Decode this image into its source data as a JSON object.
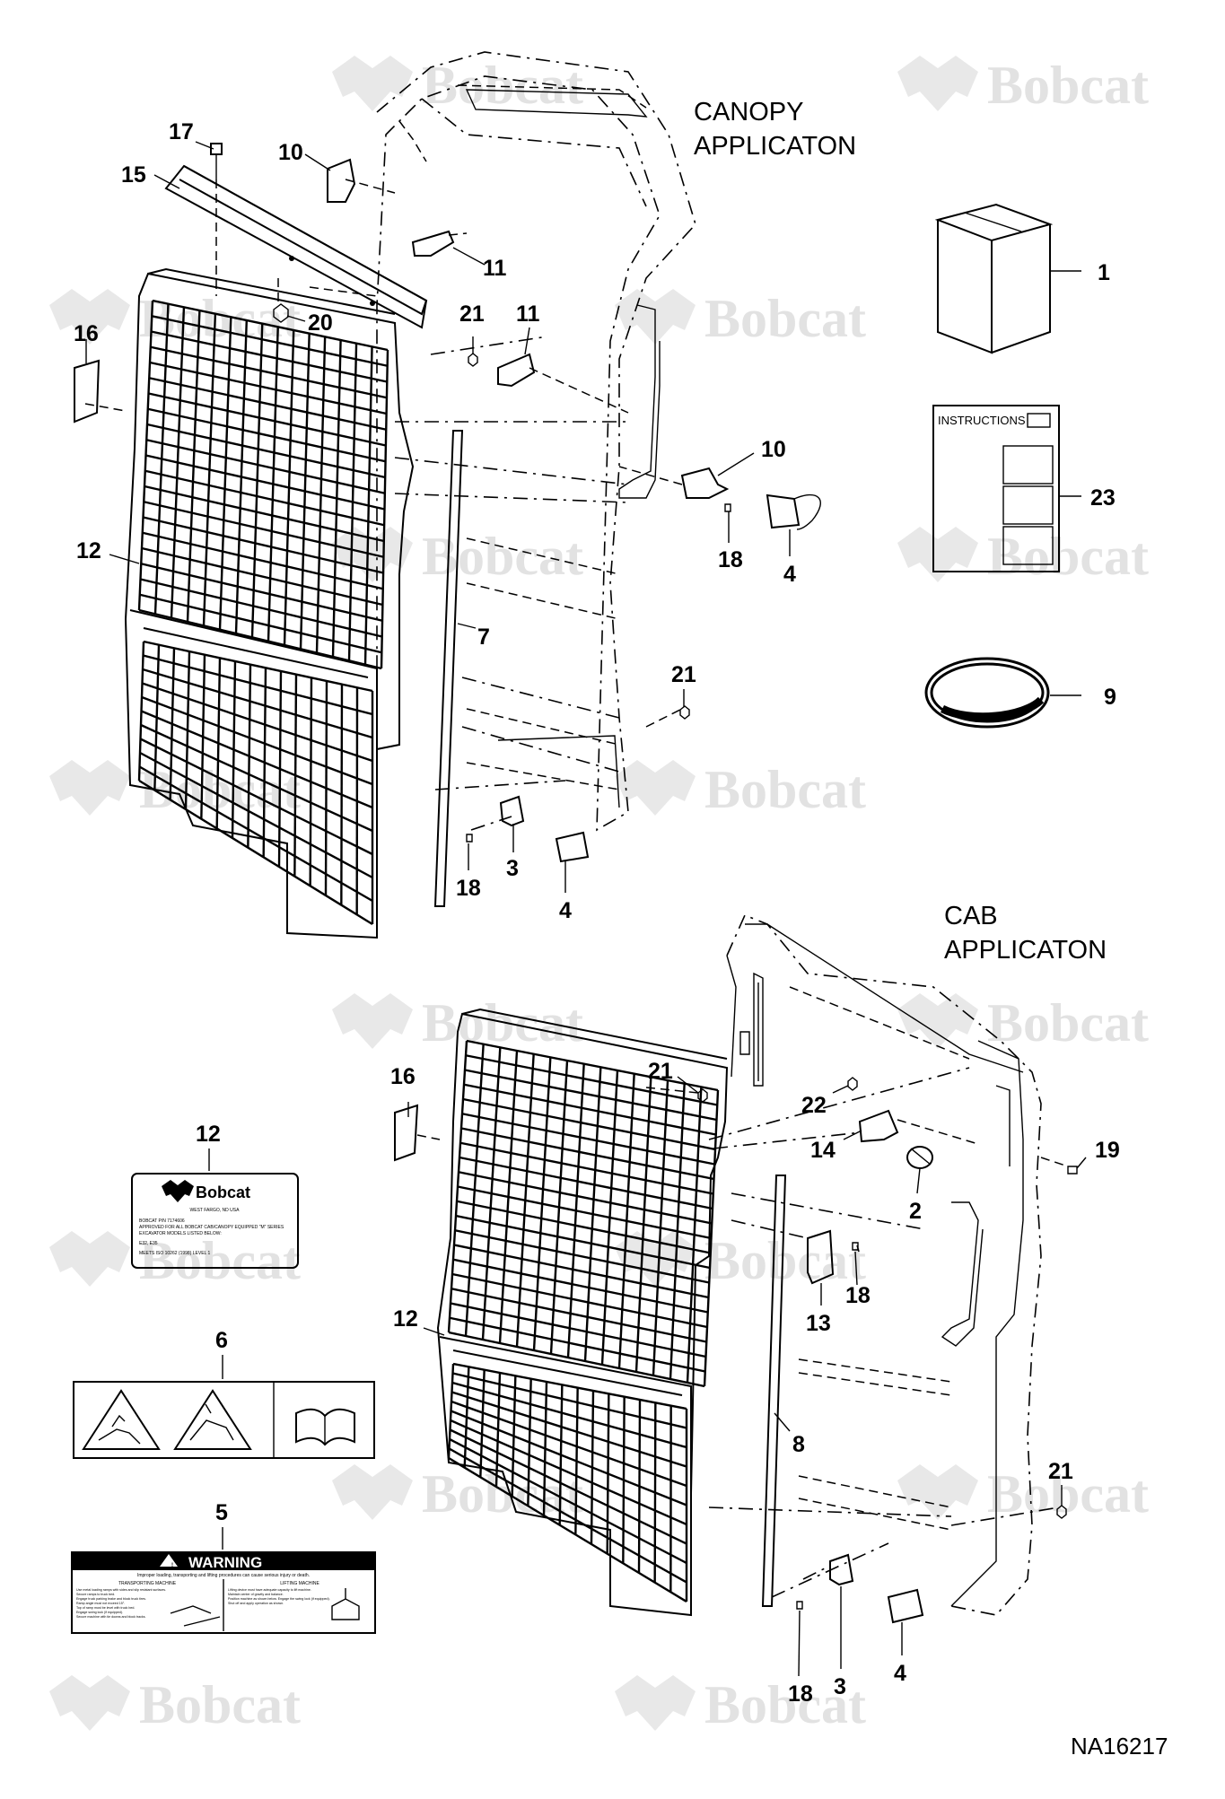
{
  "headings": {
    "canopy_line1": "CANOPY",
    "canopy_line2": "APPLICATON",
    "cab_line1": "CAB",
    "cab_line2": "APPLICATON"
  },
  "figure_id": "NA16217",
  "watermark": "Bobcat",
  "callouts": [
    {
      "id": "c17",
      "label": "17"
    },
    {
      "id": "c15",
      "label": "15"
    },
    {
      "id": "c10a",
      "label": "10"
    },
    {
      "id": "c11a",
      "label": "11"
    },
    {
      "id": "c20",
      "label": "20"
    },
    {
      "id": "c21a",
      "label": "21"
    },
    {
      "id": "c11b",
      "label": "11"
    },
    {
      "id": "c16a",
      "label": "16"
    },
    {
      "id": "c10b",
      "label": "10"
    },
    {
      "id": "c18a",
      "label": "18"
    },
    {
      "id": "c4a",
      "label": "4"
    },
    {
      "id": "c12a",
      "label": "12"
    },
    {
      "id": "c7",
      "label": "7"
    },
    {
      "id": "c21b",
      "label": "21"
    },
    {
      "id": "c18b",
      "label": "18"
    },
    {
      "id": "c3a",
      "label": "3"
    },
    {
      "id": "c4b",
      "label": "4"
    },
    {
      "id": "c1",
      "label": "1"
    },
    {
      "id": "c23",
      "label": "23"
    },
    {
      "id": "c9",
      "label": "9"
    },
    {
      "id": "c16b",
      "label": "16"
    },
    {
      "id": "c21c",
      "label": "21"
    },
    {
      "id": "c22",
      "label": "22"
    },
    {
      "id": "c14",
      "label": "14"
    },
    {
      "id": "c19",
      "label": "19"
    },
    {
      "id": "c2",
      "label": "2"
    },
    {
      "id": "c13",
      "label": "13"
    },
    {
      "id": "c18c",
      "label": "18"
    },
    {
      "id": "c12b",
      "label": "12"
    },
    {
      "id": "c8",
      "label": "8"
    },
    {
      "id": "c21d",
      "label": "21"
    },
    {
      "id": "c18d",
      "label": "18"
    },
    {
      "id": "c3b",
      "label": "3"
    },
    {
      "id": "c4c",
      "label": "4"
    },
    {
      "id": "c12c",
      "label": "12"
    },
    {
      "id": "c6",
      "label": "6"
    },
    {
      "id": "c5",
      "label": "5"
    }
  ],
  "instructions_label": "INSTRUCTIONS",
  "decal_12": {
    "brand": "Bobcat",
    "line1": "WEST FARGO, ND USA",
    "line2": "BOBCAT P/N 7174606",
    "line3": "APPROVED FOR ALL BOBCAT CAB/CANOPY EQUIPPED \"M\" SERIES",
    "line4": "EXCAVATOR MODELS LISTED BELOW:",
    "line5": "E32, E35",
    "line6": "MEETS ISO 10262 (1998) LEVEL 1"
  },
  "decal_5": {
    "title": "WARNING",
    "subtitle": "Improper loading, transporting and lifting procedures can cause serious injury or death.",
    "left_header": "TRANSPORTING MACHINE",
    "right_header": "LIFTING MACHINE",
    "left_items": [
      "Use metal loading ramps with sides and slip resistant surfaces.",
      "Secure ramps to truck bed.",
      "Engage truck parking brake and block truck tires.",
      "Ramp angle must not exceed 15°.",
      "Top of ramp must be level with truck bed.",
      "Engage swing lock (if equipped).",
      "Secure machine with tie downs and block tracks."
    ],
    "right_items": [
      "Lifting device must have adequate capacity to lift machine.",
      "Maintain center of gravity and balance.",
      "Position machine as shown below. Engage the swing lock (if equipped).",
      "Shut off and apply operation as shown."
    ]
  }
}
